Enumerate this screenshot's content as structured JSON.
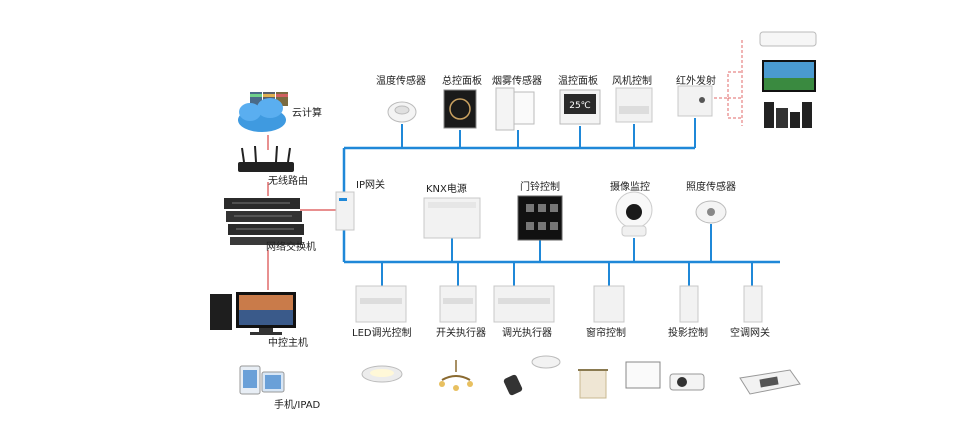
{
  "colors": {
    "bus": "#1f88d8",
    "vertical": "#e06a6a",
    "ir_link": "#e06a6a",
    "device": "#f2f2f2",
    "device_border": "#c8c8c8"
  },
  "left_column": {
    "cloud": "云计算",
    "router": "无线路由",
    "switch": "网络交换机",
    "host": "中控主机",
    "mobile": "手机/IPAD"
  },
  "gateway": "IP网关",
  "top_row": {
    "temp_humidity": "温度传感器",
    "master_panel": "总控面板",
    "smoke": "烟雾传感器",
    "thermostat": "温控面板",
    "fan": "风机控制",
    "ir": "红外发射"
  },
  "middle_row": {
    "knx_power": "KNX电源",
    "door": "门铃控制",
    "camera": "摄像监控",
    "presence": "照度传感器"
  },
  "bottom_row": {
    "led_dimmer": "LED调光控制",
    "switch_actuator": "开关执行器",
    "dimming_actuator": "调光执行器",
    "curtain": "窗帘控制",
    "projector": "投影控制",
    "ac_gateway": "空调网关"
  },
  "thermostat_display": "25℃"
}
